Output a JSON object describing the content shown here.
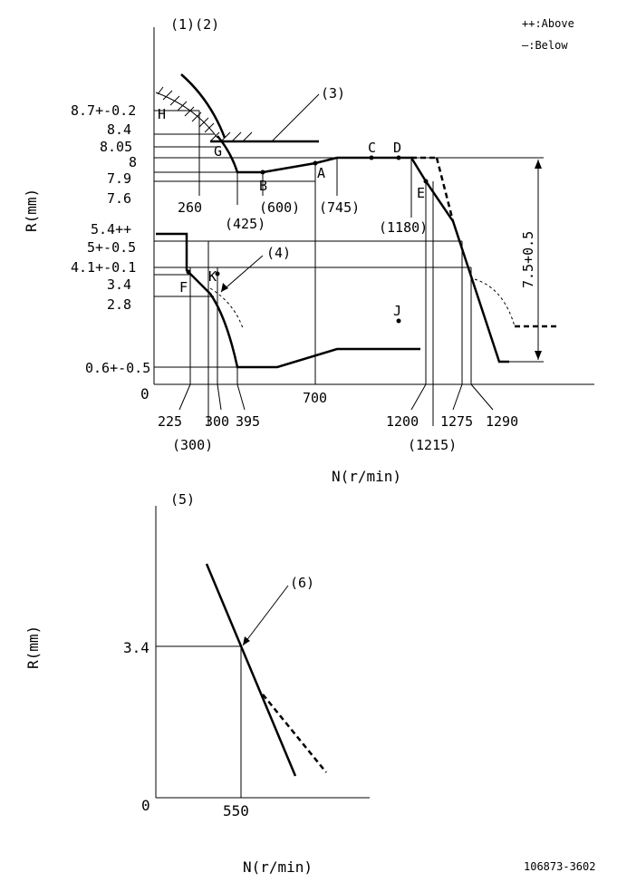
{
  "header": {
    "refs": "(1)(2)",
    "legend_above": "++:Above",
    "legend_below": "—:Below"
  },
  "top_chart": {
    "y_axis_label": "R(mm)",
    "x_axis_label": "N(r/min)",
    "origin": "0",
    "y_labels": [
      "8.7+-0.2",
      "8.4",
      "8.05",
      "8",
      "7.9",
      "7.6",
      "5.4++",
      "5+-0.5",
      "4.1+-0.1",
      "3.4",
      "2.8",
      "0.6+-0.5"
    ],
    "x_labels_top": [
      "260",
      "(425)",
      "(600)",
      "(745)",
      "(1180)"
    ],
    "x_labels_bottom": [
      "225",
      "300",
      "395",
      "700",
      "1200",
      "1275",
      "1290"
    ],
    "x_labels_sub": [
      "(300)",
      "(1215)"
    ],
    "points": {
      "H": "H",
      "G": "G",
      "B": "B",
      "A": "A",
      "C": "C",
      "D": "D",
      "E": "E",
      "F": "F",
      "K": "K",
      "J": "J"
    },
    "callouts": {
      "c3": "(3)",
      "c4": "(4)"
    },
    "span_label": "7.5+0.5"
  },
  "bottom_chart": {
    "ref": "(5)",
    "y_axis_label": "R(mm)",
    "x_axis_label": "N(r/min)",
    "origin": "0",
    "y_label": "3.4",
    "x_label": "550",
    "callout": "(6)"
  },
  "footer": {
    "doc_id": "106873-3602"
  }
}
